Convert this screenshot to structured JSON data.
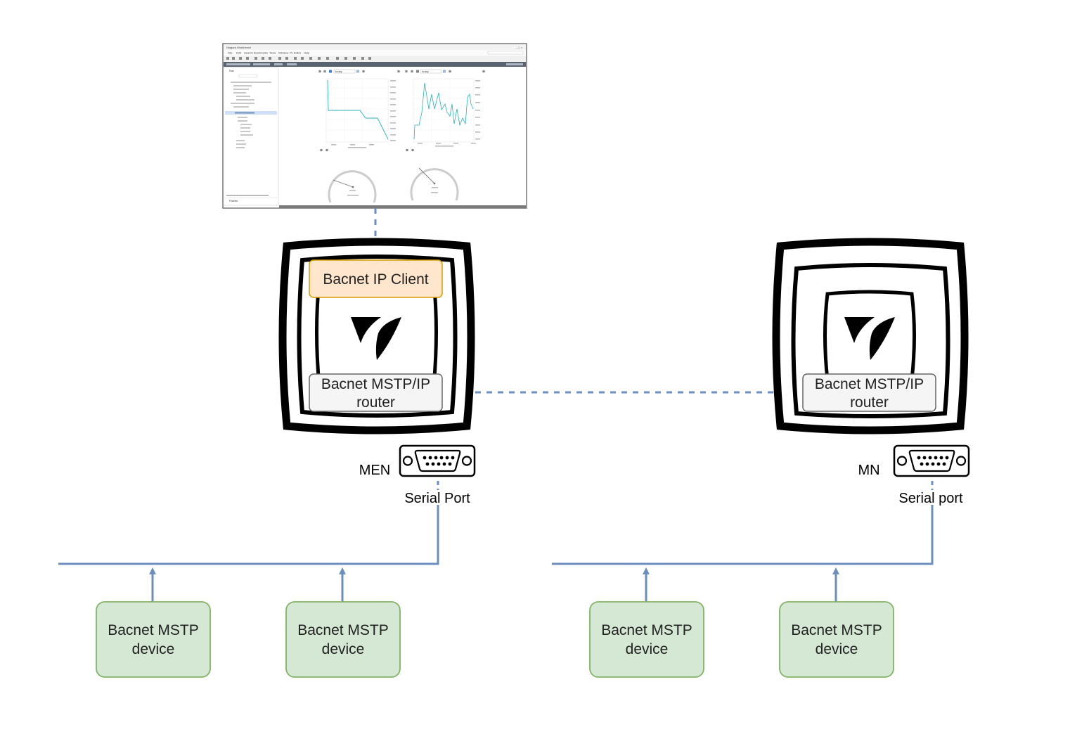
{
  "screenshot": {
    "window_title": "Niagara Workbench",
    "menu": [
      "File",
      "Edit",
      "Search",
      "Bookmarks",
      "Tools",
      "Window",
      "Px Editor",
      "Help"
    ],
    "nav_tabs": [
      "Nav",
      "Palette"
    ],
    "range_left": "today",
    "range_right": "today"
  },
  "hosts": [
    {
      "client_label": "Bacnet IP Client",
      "router_label": [
        "Bacnet MSTP/IP",
        "router"
      ],
      "port_code": "MEN",
      "port_label": "Serial Port"
    },
    {
      "router_label": [
        "Bacnet MSTP/IP",
        "router"
      ],
      "port_code": "MN",
      "port_label": "Serial port"
    }
  ],
  "devices": [
    {
      "label": [
        "Bacnet MSTP",
        "device"
      ]
    },
    {
      "label": [
        "Bacnet MSTP",
        "device"
      ]
    },
    {
      "label": [
        "Bacnet MSTP",
        "device"
      ]
    },
    {
      "label": [
        "Bacnet MSTP",
        "device"
      ]
    }
  ],
  "colors": {
    "link": "#6c8ebf",
    "device_fill": "#d5e8d4",
    "device_stroke": "#82b366",
    "client_fill": "#ffe6cc",
    "client_stroke": "#d79b00",
    "router_fill": "#f5f5f5",
    "router_stroke": "#666666",
    "chart_line": "#27b3b3"
  }
}
